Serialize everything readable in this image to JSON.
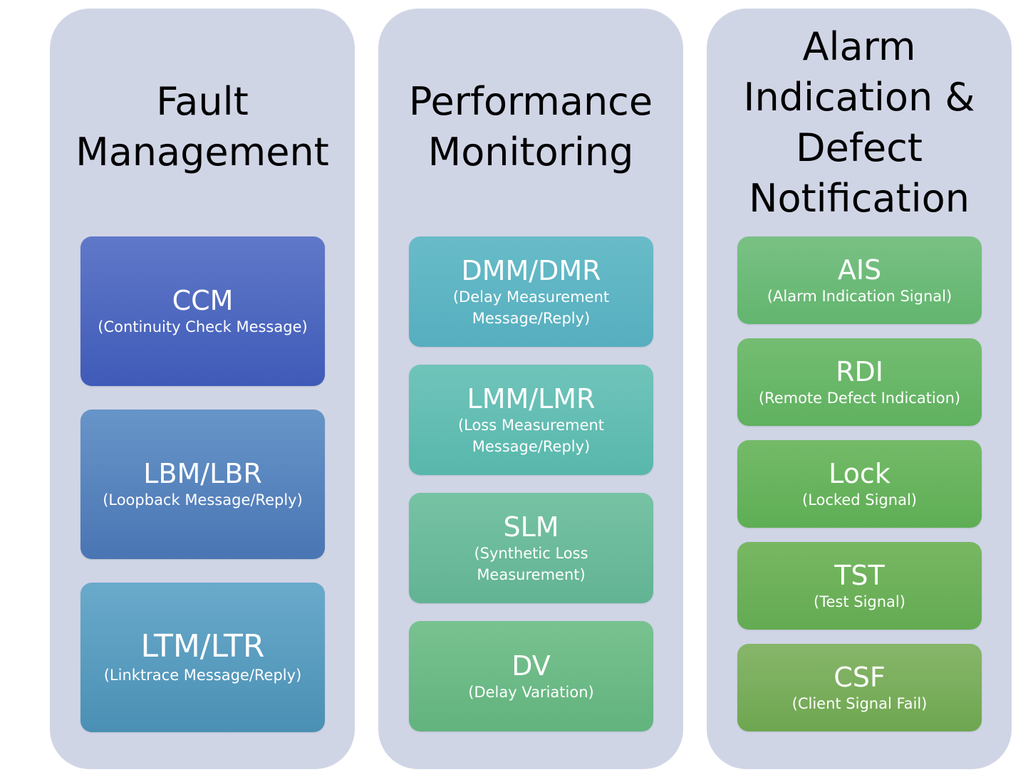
{
  "columns": [
    {
      "title_lines": [
        "Fault",
        "Management"
      ],
      "items": [
        {
          "abbr": "CCM",
          "full": "(Continuity Check Message)"
        },
        {
          "abbr": "LBM/LBR",
          "full": "(Loopback Message/Reply)"
        },
        {
          "abbr": "LTM/LTR",
          "full": "(Linktrace Message/Reply)"
        }
      ]
    },
    {
      "title_lines": [
        "Performance",
        "Monitoring"
      ],
      "items": [
        {
          "abbr": "DMM/DMR",
          "full": "(Delay Measurement Message/Reply)"
        },
        {
          "abbr": "LMM/LMR",
          "full": "(Loss Measurement Message/Reply)"
        },
        {
          "abbr": "SLM",
          "full": "(Synthetic Loss Measurement)"
        },
        {
          "abbr": "DV",
          "full": "(Delay Variation)"
        }
      ]
    },
    {
      "title_lines": [
        "Alarm",
        "Indication &",
        "Defect",
        "Notification"
      ],
      "items": [
        {
          "abbr": "AIS",
          "full": "(Alarm Indication Signal)"
        },
        {
          "abbr": "RDI",
          "full": "(Remote Defect Indication)"
        },
        {
          "abbr": "Lock",
          "full": "(Locked Signal)"
        },
        {
          "abbr": "TST",
          "full": "(Test Signal)"
        },
        {
          "abbr": "CSF",
          "full": "(Client Signal Fail)"
        }
      ]
    }
  ],
  "colors": {
    "column_bg": "#d0d5e6",
    "fault_boxes": [
      "#4a64c2",
      "#5785c0",
      "#5b9cc4"
    ],
    "performance_boxes": [
      "#5db5c3",
      "#62bdb6",
      "#6ebc9e",
      "#72bb8a"
    ],
    "alarm_boxes": [
      "#6cbb78",
      "#6cb86a",
      "#6db35f",
      "#70b058",
      "#7aac57"
    ]
  }
}
